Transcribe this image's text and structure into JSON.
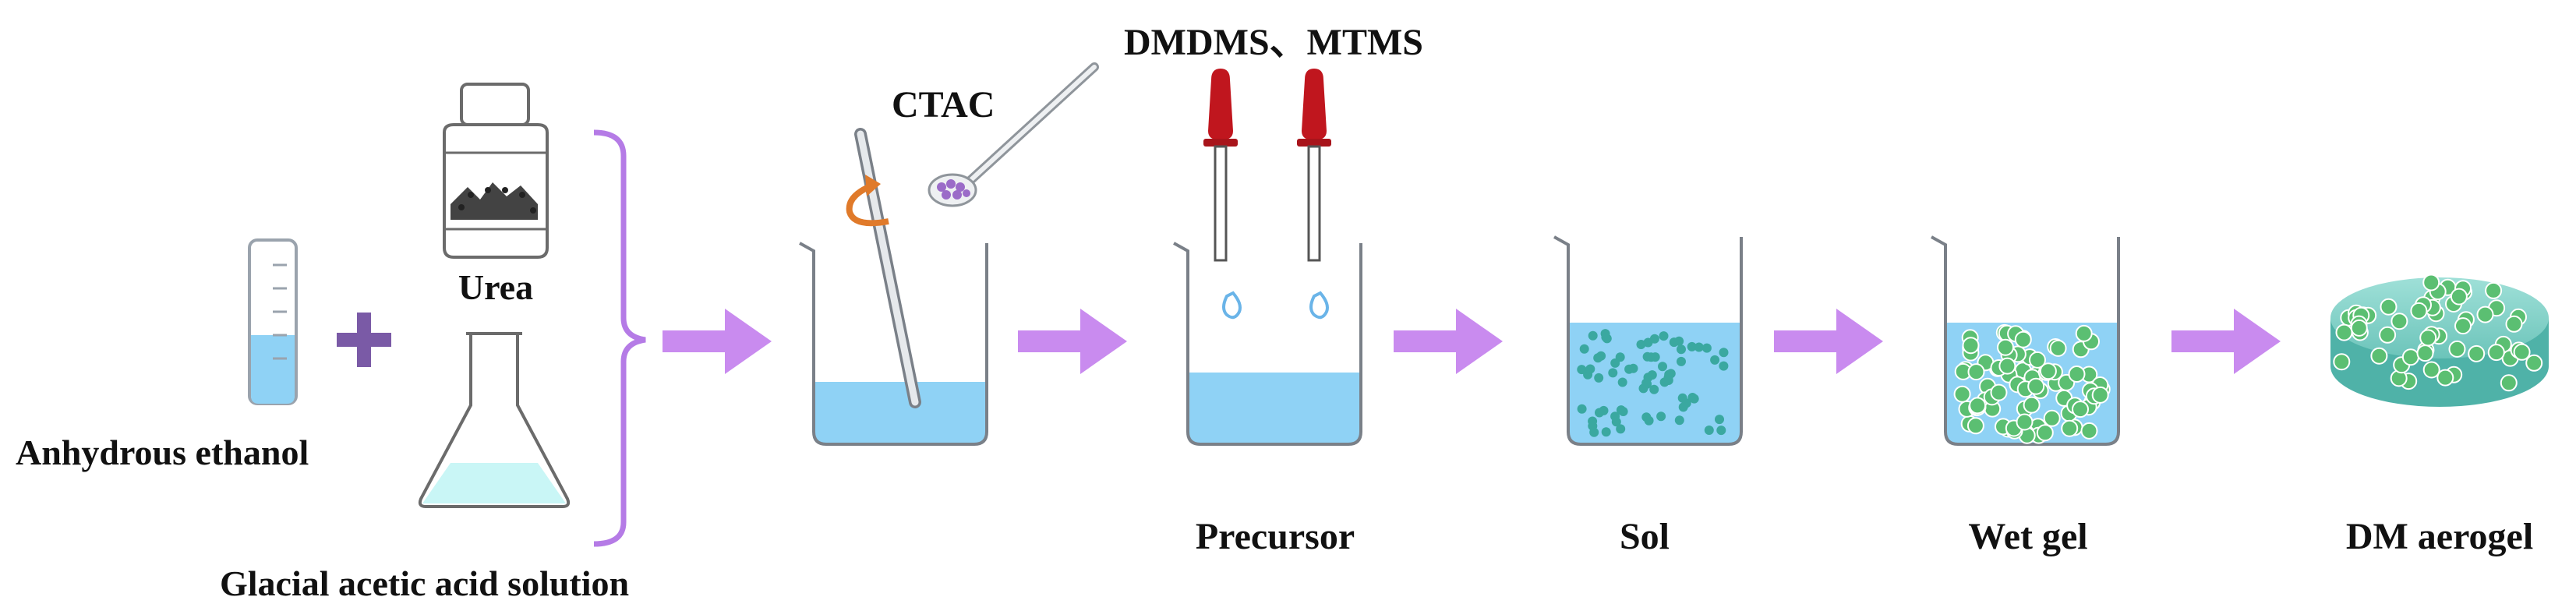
{
  "labels": {
    "urea": "Urea",
    "anhydrous_ethanol": "Anhydrous ethanol",
    "glacial_acetic_acid": "Glacial acetic acid solution",
    "ctac": "CTAC",
    "dmdms_mtms": "DMDMS、MTMS",
    "precursor": "Precursor",
    "sol": "Sol",
    "wet_gel": "Wet gel",
    "dm_aerogel": "DM aerogel"
  },
  "colors": {
    "arrow": "#c98bef",
    "brace": "#b57be6",
    "plus": "#7a5aa6",
    "liquid": "#8fd2f5",
    "liquid_top": "#b6e3fa",
    "particle": "#3aa8a0",
    "gel_particle": "#5bbf72",
    "dropper_bulb": "#c0161e",
    "spoon_powder": "#9b6bc8",
    "stir_arrow": "#e07a2a",
    "flask_liquid": "#c9f6f6",
    "aerogel_disc": "#7fd0c7"
  },
  "icons": [
    "test-tube-icon",
    "bottle-icon",
    "flask-icon",
    "beaker-icon",
    "dropper-icon",
    "spoon-icon",
    "stir-rod-icon",
    "arrow-icon",
    "plus-icon",
    "brace-icon",
    "aerogel-disc-icon"
  ]
}
